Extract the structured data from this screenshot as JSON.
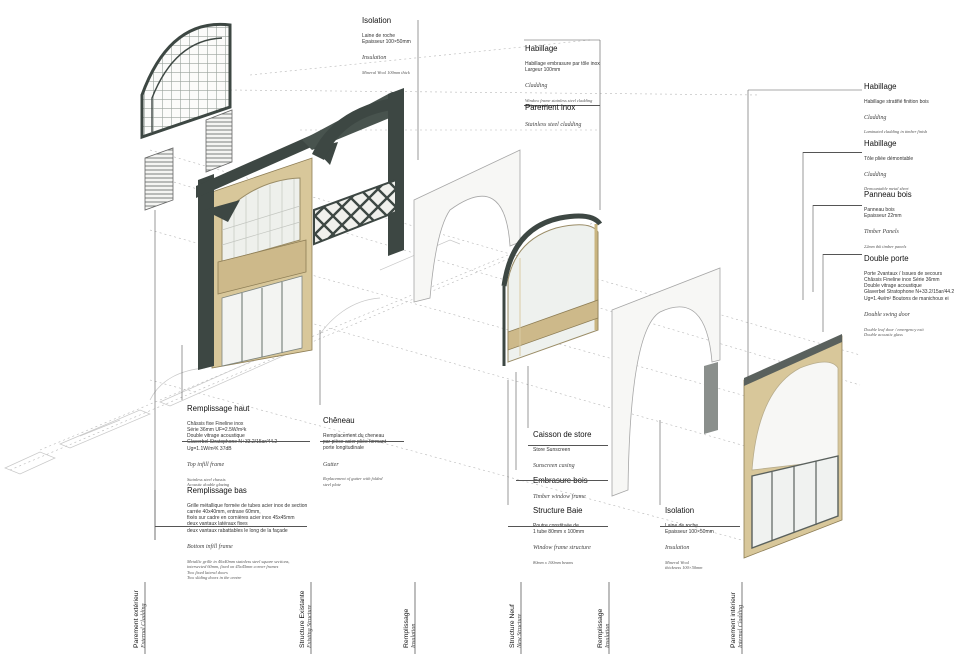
{
  "annotations": {
    "isolation_top": {
      "title": "Isolation",
      "fr": "Laine de roche\nEpaisseur 100×50mm",
      "en": "Insulation",
      "en_detail": "Mineral Wool 100mm thick"
    },
    "habillage_inox": {
      "title": "Habillage",
      "fr": "Habillage embrasure par tôle inox\nLargeur 100mm",
      "en": "Cladding",
      "en_detail": "Window frame stainless steel cladding\n100mm width"
    },
    "parement_inox": {
      "title": "Parement inox",
      "en": "Stainless steel cladding"
    },
    "habillage_bois": {
      "title": "Habillage",
      "fr": "Habillage stratifié finition bois",
      "en": "Cladding",
      "en_detail": "Laminated cladding in timber finish"
    },
    "habillage_tole": {
      "title": "Habillage",
      "fr": "Tôle pliée démontable",
      "en": "Cladding",
      "en_detail": "Demountable metal sheet"
    },
    "panneau_bois": {
      "title": "Panneau bois",
      "fr": "Panneau bois\nEpaisseur 22mm",
      "en": "Timber Panels",
      "en_detail": "22mm thk timber panels"
    },
    "double_porte": {
      "title": "Double porte",
      "fr": "Porte 2vantaux / Issues de secours\nChâssis Fineline inox Série 36mm\nDouble vitrage acoustique\nGlaverbel Stratophone N+33.2/15ar/44.2\nUg=1.4w/m² Boutons de manichoux ei",
      "en": "Double swing door",
      "en_detail": "Double leaf door / emergency exit\nDouble acoustic glass"
    },
    "remplissage_haut": {
      "title": "Remplissage haut",
      "fr": "Châssis fixe Fineline inox\nSérie 36mm UF=2.5W/m²k\nDouble vitrage acoustique\nGlaverbel Stratophone N+33.2/15ar/44.2\nUg=1.1W/m²K 37dB",
      "en": "Top infill frame",
      "en_detail": "Stainless steel chassis\nAcoustic double glazing"
    },
    "cheneau": {
      "title": "Chêneau",
      "fr": "Remplacement du cheneau\npar pièce acier pliée formant\nporte longitudinale",
      "en": "Gutter",
      "en_detail": "Replacement of gutter with folded\nsteel plate"
    },
    "caisson": {
      "title": "Caisson de store",
      "fr": "Store Sunscreen",
      "en": "Sunscreen casing"
    },
    "embrasure": {
      "title": "Embrasure bois",
      "en": "Timber window frame"
    },
    "remplissage_bas": {
      "title": "Remplissage bas",
      "fr": "Grille métallique formée de tubes acier inox de section\ncarrée 40x40mm, entraxe 60mm,\nfixés sur cadre en cornières acier inox 45x45mm\ndeux vantaux latéraux fixes\ndeux vantaux rabattables le long de la façade",
      "en": "Bottom infill frame",
      "en_detail": "Metallic grille in 40x40mm stainless steel square sections,\nintersected 60mm, fixed on 45x45mm corner frames\nTwo fixed lateral doors\nTwo sliding doors in the centre"
    },
    "structure_baie": {
      "title": "Structure Baie",
      "fr": "Poutre constituée de\n1 tube 80mm x 100mm",
      "en": "Window frame structure",
      "en_detail": "80mm x 100mm beams"
    },
    "isolation_bottom": {
      "title": "Isolation",
      "fr": "Laine de roche\nEpaisseur 100×50mm",
      "en": "Insulation",
      "en_detail": "Mineral Wool\nthickness 100×50mm"
    }
  },
  "columns": [
    {
      "fr": "Parement extérieur",
      "en": "External Cladding"
    },
    {
      "fr": "Structure Existante",
      "en": "Existing Structure"
    },
    {
      "fr": "Remplissage",
      "en": "Insulation"
    },
    {
      "fr": "Structure Neuf",
      "en": "New Structure"
    },
    {
      "fr": "Remplissage",
      "en": "Insulation"
    },
    {
      "fr": "Parement intérieur",
      "en": "Internal Cladding"
    }
  ],
  "colors": {
    "dark_metal": "#3d4743",
    "timber": "#d8c79a",
    "glass": "#eef0ee",
    "white_wall": "#f7f7f5",
    "line": "#555555"
  }
}
